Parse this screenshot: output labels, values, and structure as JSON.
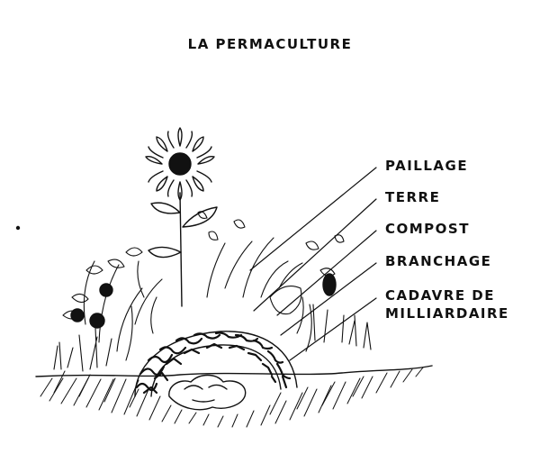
{
  "title": "LA PERMACULTURE",
  "labels": {
    "paillage": "PAILLAGE",
    "terre": "TERRE",
    "compost": "COMPOST",
    "branchage": "BRANCHAGE",
    "cadavre_line1": "CADAVRE DE",
    "cadavre_line2": "MILLIARDAIRE"
  },
  "colors": {
    "ink": "#111111",
    "background": "#ffffff"
  }
}
